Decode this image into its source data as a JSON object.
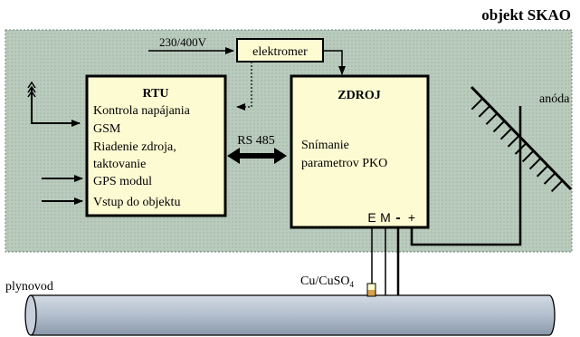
{
  "title": "objekt SKAO",
  "colors": {
    "object_area": "#b9cbbc",
    "box_fill": "#fdfbd2",
    "pipe_fill": "#b6c2d0",
    "line": "#000000"
  },
  "power_input": "230/400V",
  "meter": "elektromer",
  "rtu": {
    "title": "RTU",
    "lines": [
      "Kontrola napájania",
      "GSM",
      "Riadenie zdroja,",
      "taktovanie",
      "GPS modul",
      "Vstup do objektu"
    ]
  },
  "link_label": "RS 485",
  "source": {
    "title": "ZDROJ",
    "lines": [
      "Snímanie",
      "parametrov PKO"
    ],
    "terminals": [
      "E",
      "M",
      "-",
      "+"
    ]
  },
  "anode": "anóda",
  "reference_electrode": {
    "label_main": "Cu/CuSO",
    "label_sub": "4"
  },
  "pipeline": "plynovod"
}
